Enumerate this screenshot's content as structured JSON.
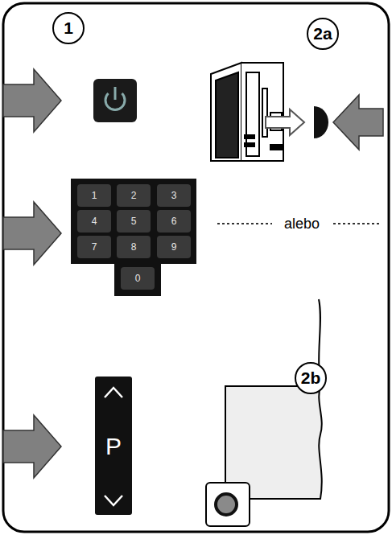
{
  "diagram": {
    "nodes": [
      {
        "text": [
          "1"
        ]
      },
      {
        "text": [
          "2a"
        ]
      },
      {
        "text": [
          "1"
        ]
      },
      {
        "text": [
          "2"
        ]
      },
      {
        "text": [
          "3"
        ]
      },
      {
        "text": [
          "4"
        ]
      },
      {
        "text": [
          "5"
        ]
      },
      {
        "text": [
          "6"
        ]
      },
      {
        "text": [
          "7"
        ]
      },
      {
        "text": [
          "8"
        ]
      },
      {
        "text": [
          "9"
        ]
      },
      {
        "text": [
          "0"
        ]
      },
      {
        "text": [
          "2b"
        ]
      },
      {
        "text": [
          "P"
        ]
      }
    ],
    "labels": [
      "alebo"
    ]
  }
}
